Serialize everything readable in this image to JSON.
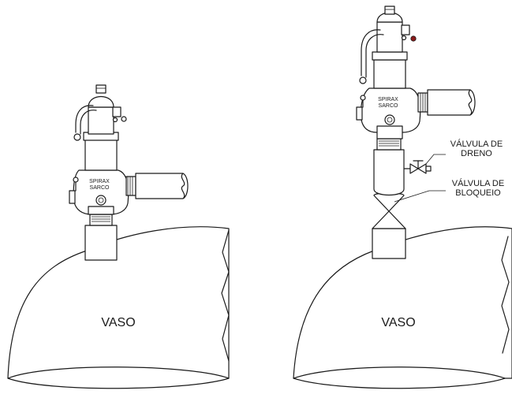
{
  "left": {
    "vessel_label": "VASO",
    "valve_brand_line1": "SPIRAX",
    "valve_brand_line2": "SARCO"
  },
  "right": {
    "vessel_label": "VASO",
    "valve_brand_line1": "SPIRAX",
    "valve_brand_line2": "SARCO",
    "drain_label_line1": "VÁLVULA DE",
    "drain_label_line2": "DRENO",
    "block_label_line1": "VÁLVULA DE",
    "block_label_line2": "BLOQUEIO"
  },
  "colors": {
    "line": "#1a1a1a",
    "indicator_dot": "#8b1a1a"
  }
}
